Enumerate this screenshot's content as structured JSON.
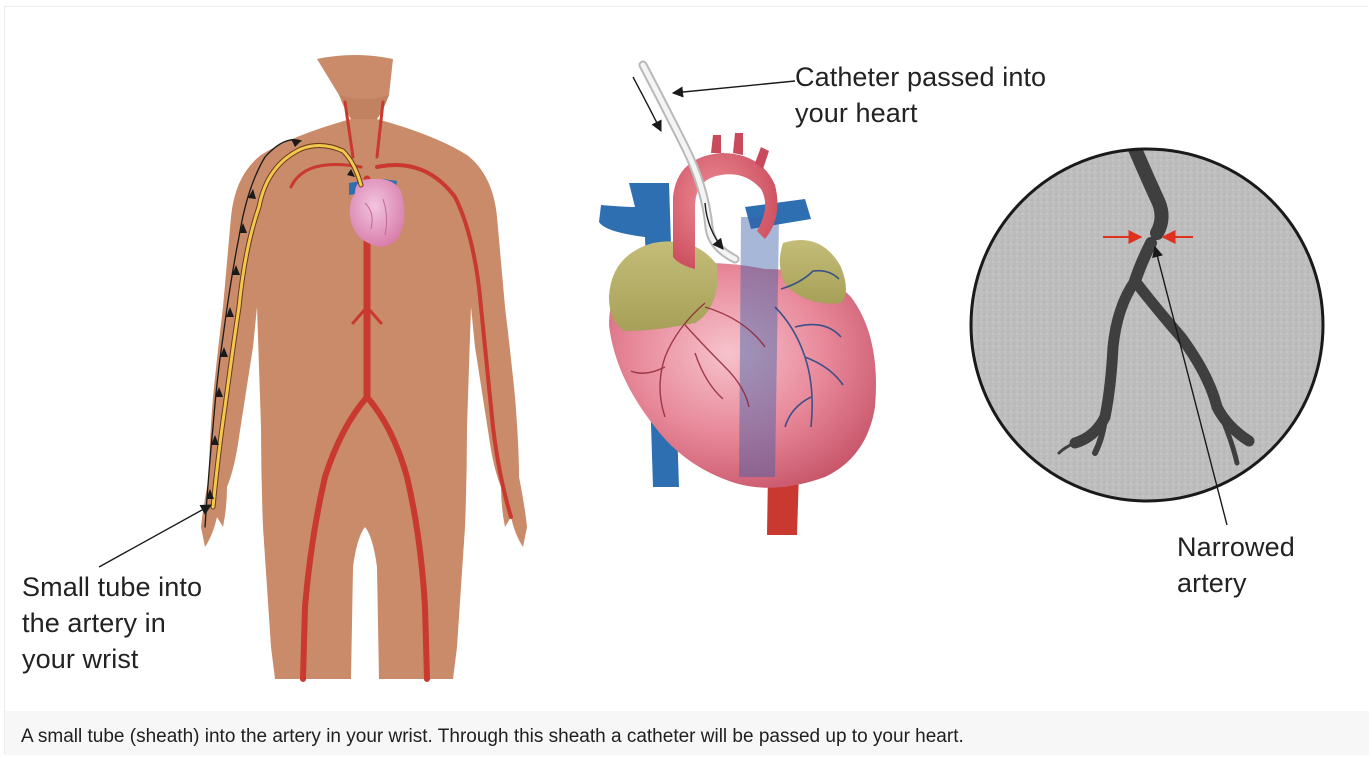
{
  "labels": {
    "wrist": "Small tube into\nthe artery in\nyour wrist",
    "catheter": "Catheter passed into\nyour heart",
    "narrowed": "Narrowed\nartery"
  },
  "caption": "A small tube (sheath) into the artery in your wrist. Through this sheath a catheter will be passed up to your heart.",
  "colors": {
    "skin": "#c98b69",
    "artery": "#c9392f",
    "vein": "#2e6fb2",
    "heart": "#e3768a",
    "fat": "#b9b26a",
    "catheter": "#f2c94c",
    "xray_bg": "#bdbdbd",
    "xray_vessel": "#3f3f3f",
    "stenosis_arrow": "#e0301e",
    "caption_bg": "#f7f7f7"
  },
  "icons": {
    "body": "human-body-illustration-icon",
    "heart": "heart-illustration-icon",
    "angiogram": "angiogram-circle-icon"
  }
}
